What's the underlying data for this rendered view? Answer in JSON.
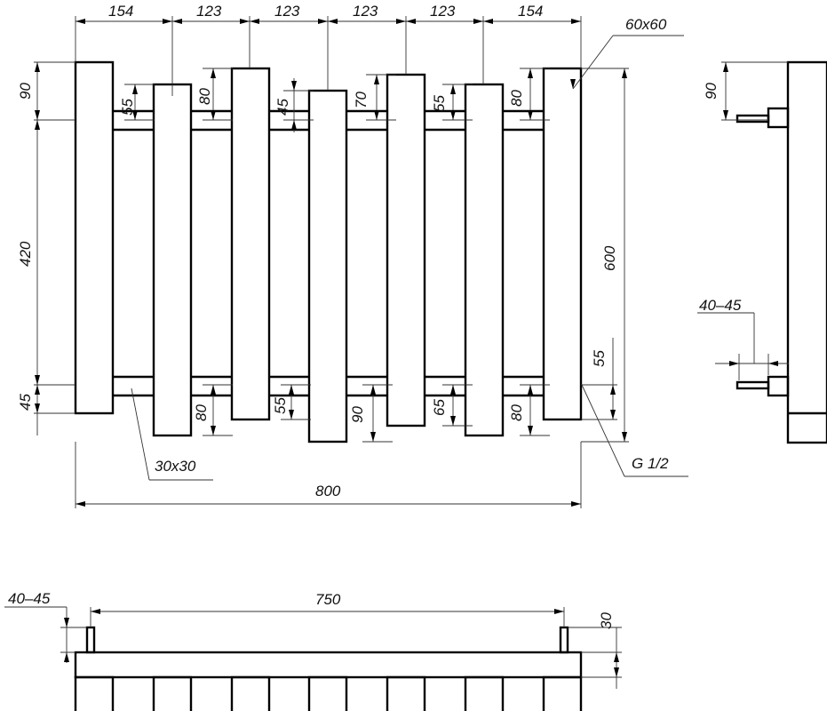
{
  "front_view": {
    "top_dims": [
      "154",
      "123",
      "123",
      "123",
      "123",
      "154"
    ],
    "left_dims": {
      "top": "90",
      "middle": "420",
      "bottom": "45"
    },
    "upper_offsets": [
      "55",
      "80",
      "45",
      "70",
      "55",
      "80"
    ],
    "lower_offsets": [
      "80",
      "55",
      "90",
      "65",
      "80"
    ],
    "height": "600",
    "bottom_right_offset": "55",
    "bar_section": "60x60",
    "pipe_section": "30x30",
    "thread": "G 1/2",
    "width": "800"
  },
  "side_view": {
    "top_dim": "90",
    "stub_length": "40–45"
  },
  "bottom_view": {
    "stub_length": "40–45",
    "center_distance": "750",
    "depth": "30"
  }
}
